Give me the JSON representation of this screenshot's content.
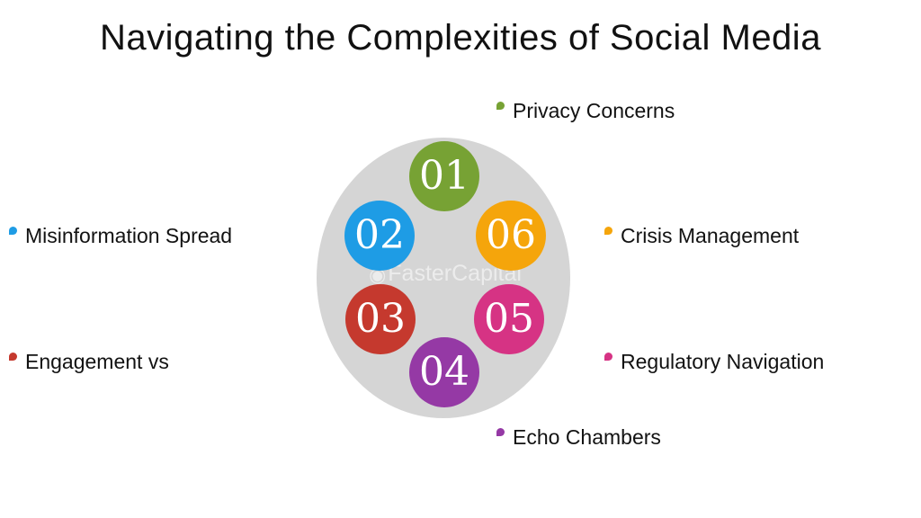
{
  "slide": {
    "title": "Navigating the Complexities of Social Media",
    "watermark": "FasterCapital",
    "background_color": "#ffffff",
    "ellipse_color": "#d5d5d5"
  },
  "diagram": {
    "items": [
      {
        "number": "01",
        "label": "Privacy Concerns",
        "color": "#77A234"
      },
      {
        "number": "02",
        "label": "Misinformation Spread",
        "color": "#1E9CE5"
      },
      {
        "number": "03",
        "label": "Engagement vs",
        "color": "#C5392E"
      },
      {
        "number": "04",
        "label": "Echo Chambers",
        "color": "#9539A5"
      },
      {
        "number": "05",
        "label": "Regulatory Navigation",
        "color": "#D63384"
      },
      {
        "number": "06",
        "label": "Crisis Management",
        "color": "#F5A50B"
      }
    ]
  }
}
